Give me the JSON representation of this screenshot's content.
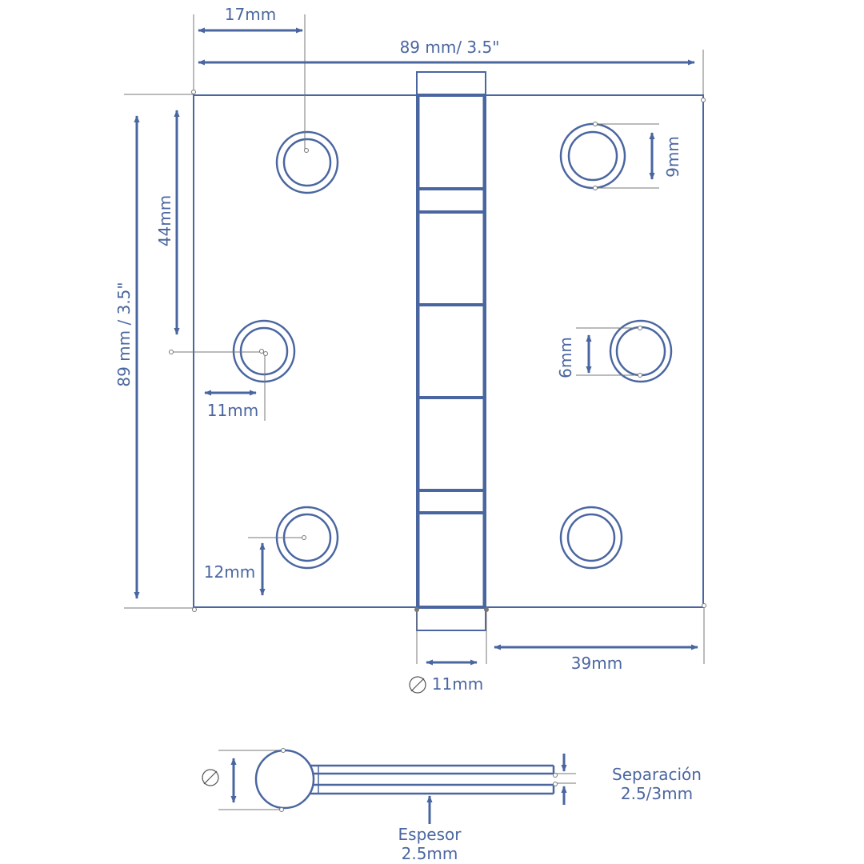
{
  "colors": {
    "primary": "#4a66a0",
    "leader": "#777777",
    "background": "#ffffff"
  },
  "labels": {
    "offset_top": "17mm",
    "width_total": "89 mm/ 3.5\"",
    "height_total": "89 mm / 3.5\"",
    "hole_spacing_vertical": "44mm",
    "hole_offset_side": "11mm",
    "hole_offset_bottom": "12mm",
    "hole_outer_diameter": "9mm",
    "hole_inner_diameter": "6mm",
    "knuckle_width": "11mm",
    "leaf_width": "39mm",
    "separation_title": "Separación",
    "separation_value": "2.5/3mm",
    "thickness_title": "Espesor",
    "thickness_value": "2.5mm"
  },
  "icons": {
    "diameter_symbol": "diameter-icon"
  }
}
